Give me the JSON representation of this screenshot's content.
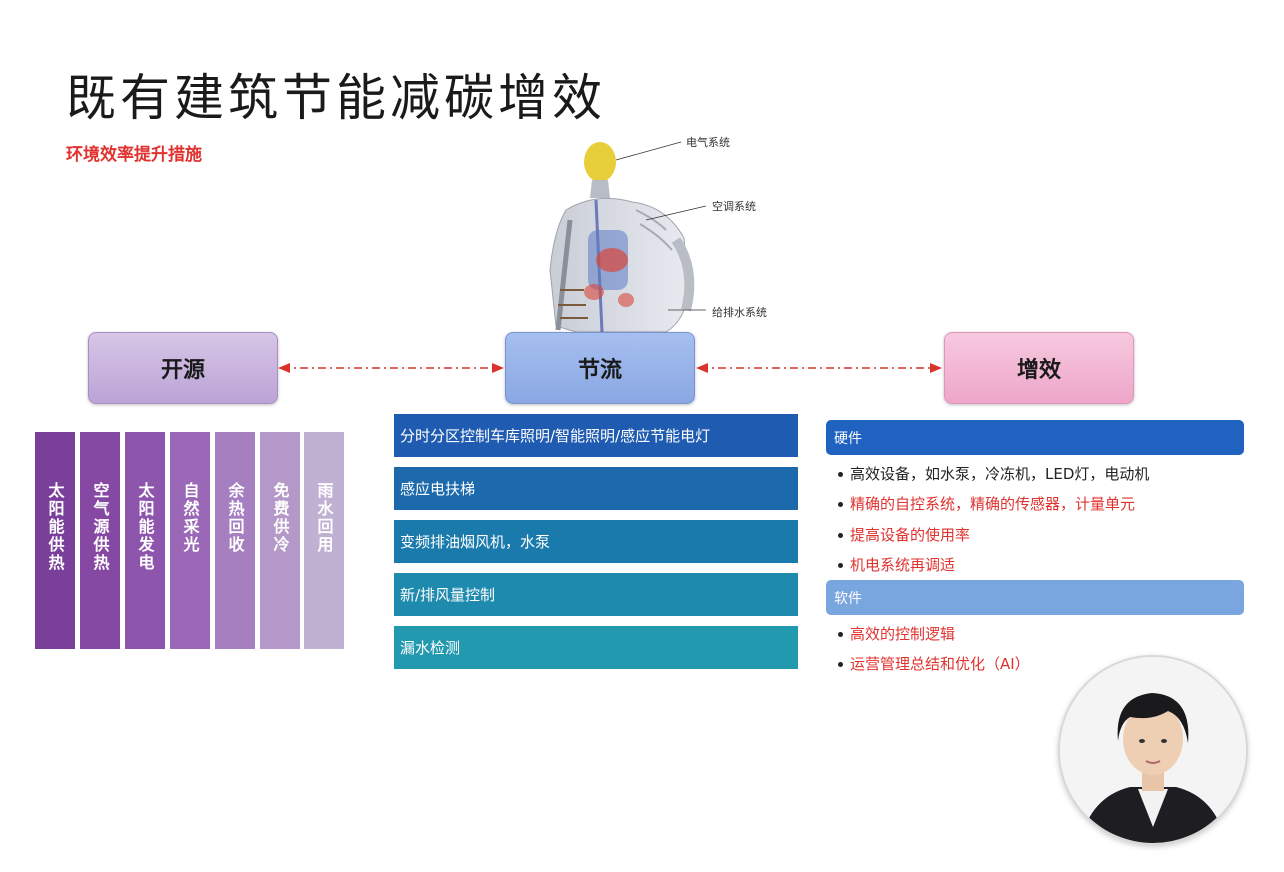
{
  "title": "既有建筑节能减碳增效",
  "subtitle": "环境效率提升措施",
  "figure_labels": {
    "electrical": "电气系统",
    "hvac": "空调系统",
    "plumbing": "给排水系统"
  },
  "nodes": {
    "left": "开源",
    "center": "节流",
    "right": "增效"
  },
  "source_columns": [
    {
      "label": "太阳能供热",
      "color": "#7a3f9a"
    },
    {
      "label": "空气源供热",
      "color": "#8549a4"
    },
    {
      "label": "太阳能发电",
      "color": "#8e55ac"
    },
    {
      "label": "自然采光",
      "color": "#9a68b6"
    },
    {
      "label": "余热回收",
      "color": "#a57fc0"
    },
    {
      "label": "免费供冷",
      "color": "#b398c8"
    },
    {
      "label": "雨水回用",
      "color": "#c0b1d2"
    }
  ],
  "saving_items": [
    {
      "label": "分时分区控制车库照明/智能照明/感应节能电灯",
      "color": "#1f5bb0"
    },
    {
      "label": "感应电扶梯",
      "color": "#1c6aac"
    },
    {
      "label": "变频排油烟风机，水泵",
      "color": "#1a7aab"
    },
    {
      "label": "新/排风量控制",
      "color": "#1d8aae"
    },
    {
      "label": "漏水检测",
      "color": "#2399b0"
    }
  ],
  "efficiency": {
    "hardware_header": "硬件",
    "hardware_color": "#1f62c0",
    "hardware_items": [
      {
        "text": "高效设备，如水泵，冷冻机，LED灯，电动机",
        "color": "#222222"
      },
      {
        "text": "精确的自控系统，精确的传感器，计量单元",
        "color": "#e0322f"
      },
      {
        "text": "提高设备的使用率",
        "color": "#e0322f"
      },
      {
        "text": "机电系统再调适",
        "color": "#e0322f"
      }
    ],
    "software_header": "软件",
    "software_color": "#7aa6e0",
    "software_items": [
      {
        "text": "高效的控制逻辑",
        "color": "#e0322f"
      },
      {
        "text": "运营管理总结和优化（AI）",
        "color": "#e0322f"
      }
    ]
  },
  "colors": {
    "arrow": "#d9342b",
    "subtitle": "#e0322f"
  }
}
